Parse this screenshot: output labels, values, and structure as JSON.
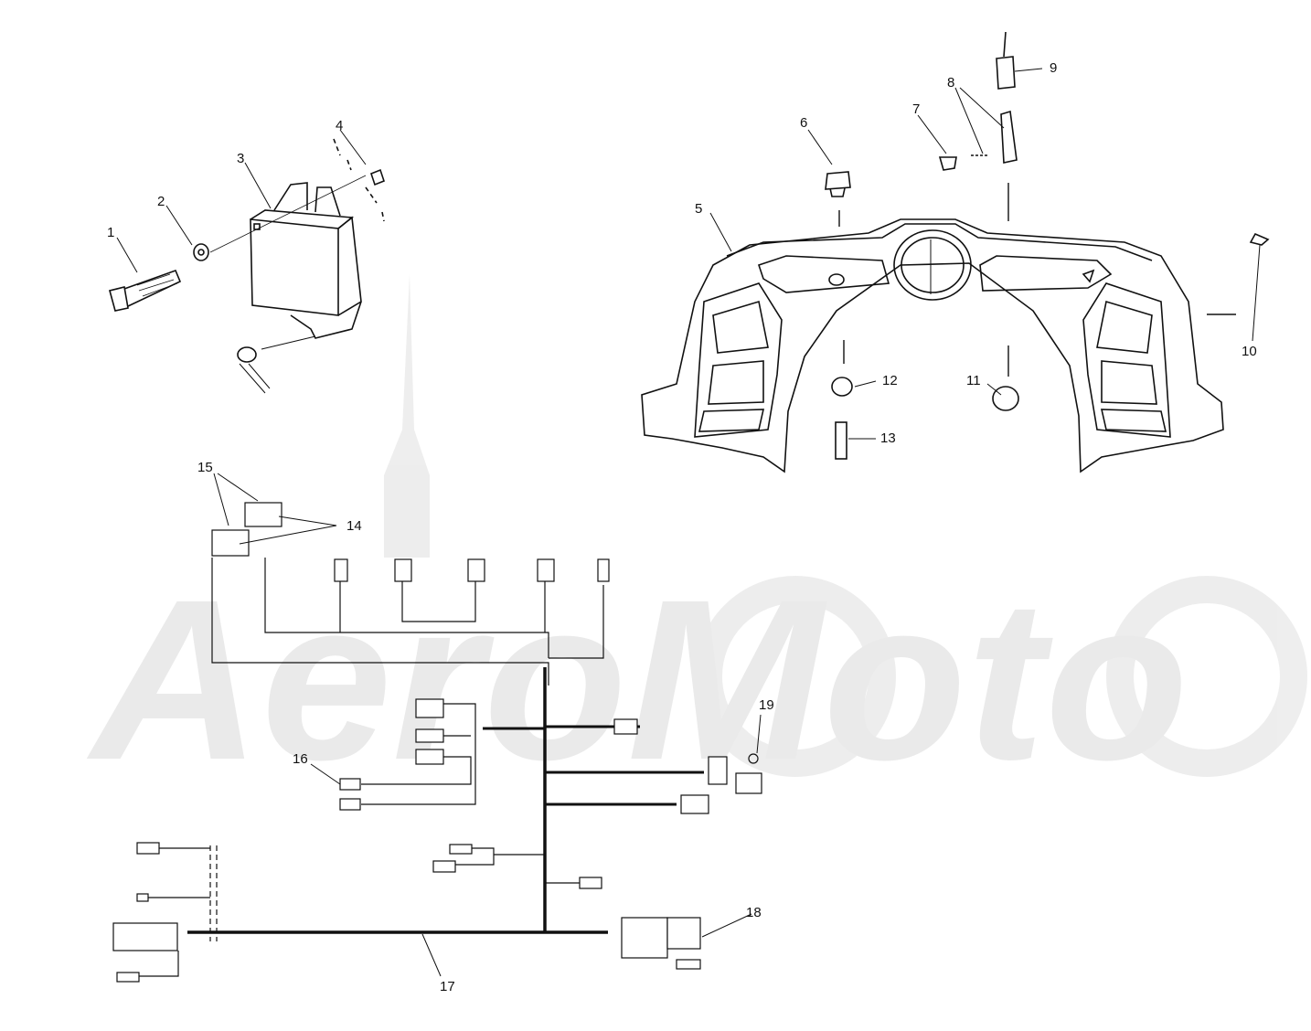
{
  "watermark": {
    "text": "AeroMoto",
    "color": "#e6e6e6"
  },
  "parts": [
    {
      "label": "1"
    },
    {
      "label": "2"
    },
    {
      "label": "3"
    },
    {
      "label": "4"
    },
    {
      "label": "5"
    },
    {
      "label": "6"
    },
    {
      "label": "7"
    },
    {
      "label": "8"
    },
    {
      "label": "9"
    },
    {
      "label": "10"
    },
    {
      "label": "11"
    },
    {
      "label": "12"
    },
    {
      "label": "13"
    },
    {
      "label": "14"
    },
    {
      "label": "15"
    },
    {
      "label": "16"
    },
    {
      "label": "17"
    },
    {
      "label": "18"
    },
    {
      "label": "19"
    }
  ],
  "colors": {
    "line": "#111111",
    "paper": "#ffffff"
  }
}
